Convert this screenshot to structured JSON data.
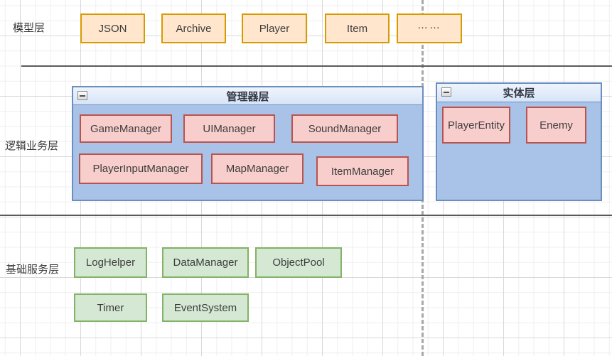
{
  "diagram": {
    "model_layer": {
      "label": "模型层",
      "nodes": [
        {
          "label": "JSON"
        },
        {
          "label": "Archive"
        },
        {
          "label": "Player"
        },
        {
          "label": "Item"
        },
        {
          "label": "……"
        }
      ]
    },
    "logic_layer": {
      "label": "逻辑业务层",
      "manager_container": {
        "title": "管理器层",
        "collapse_icon": "minus-icon",
        "nodes": [
          {
            "label": "GameManager"
          },
          {
            "label": "UIManager"
          },
          {
            "label": "SoundManager"
          },
          {
            "label": "PlayerInputManager"
          },
          {
            "label": "MapManager"
          },
          {
            "label": "ItemManager"
          }
        ]
      },
      "entity_container": {
        "title": "实体层",
        "collapse_icon": "minus-icon",
        "nodes": [
          {
            "label": "PlayerEntity"
          },
          {
            "label": "Enemy"
          }
        ]
      }
    },
    "service_layer": {
      "label": "基础服务层",
      "nodes": [
        {
          "label": "LogHelper"
        },
        {
          "label": "DataManager"
        },
        {
          "label": "ObjectPool"
        },
        {
          "label": "Timer"
        },
        {
          "label": "EventSystem"
        }
      ]
    },
    "colors": {
      "model_node_fill": "#ffe6cc",
      "model_node_border": "#d79b00",
      "container_title_fill": "#dae8fc",
      "container_body_fill": "#a9c3e8",
      "container_border": "#6c8ebf",
      "logic_node_fill": "#f8cecc",
      "logic_node_border": "#b85450",
      "service_node_fill": "#d5e8d4",
      "service_node_border": "#82b366",
      "separator_color": "#5b5b5b",
      "dashed_guide_color": "#a8a8a8"
    }
  }
}
